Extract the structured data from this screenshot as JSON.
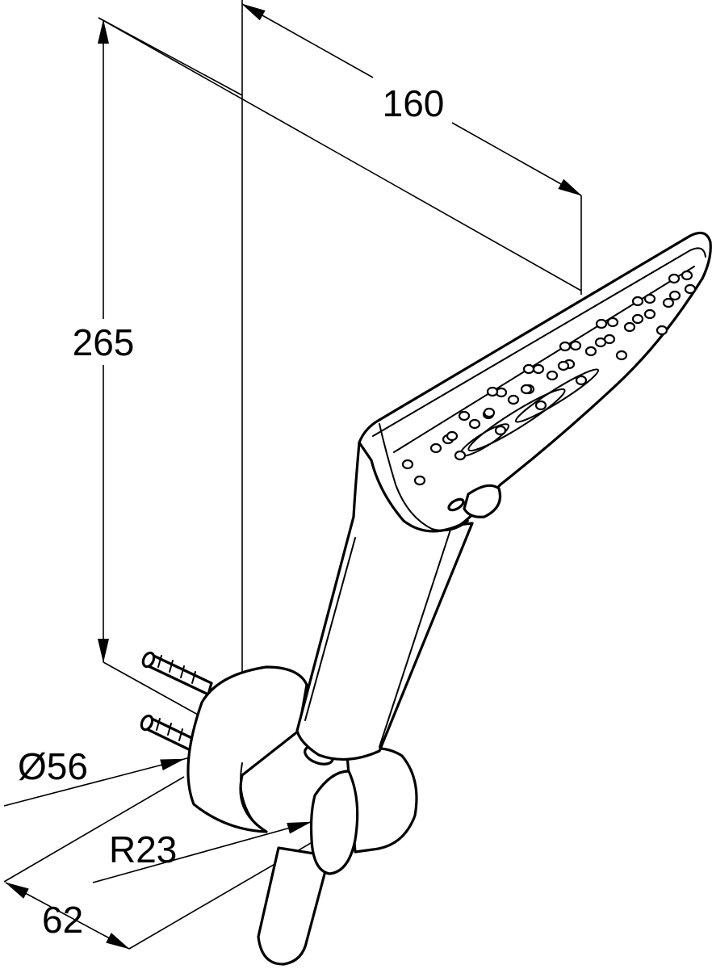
{
  "dimensions": {
    "height": "265",
    "length": "160",
    "diameter": "Ø56",
    "radius": "R23",
    "depth": "62"
  },
  "colors": {
    "line": "#000000",
    "background": "#ffffff"
  }
}
